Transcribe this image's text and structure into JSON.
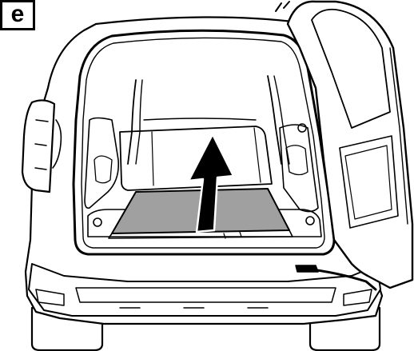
{
  "figure": {
    "step_label": "e",
    "subject": "suv-rear-cargo-area-open-tailgate",
    "highlighted_part": "cargo-floor-panel",
    "highlight_color": "#a0a0a0",
    "arrow_direction": "up",
    "line_color": "#000000"
  }
}
